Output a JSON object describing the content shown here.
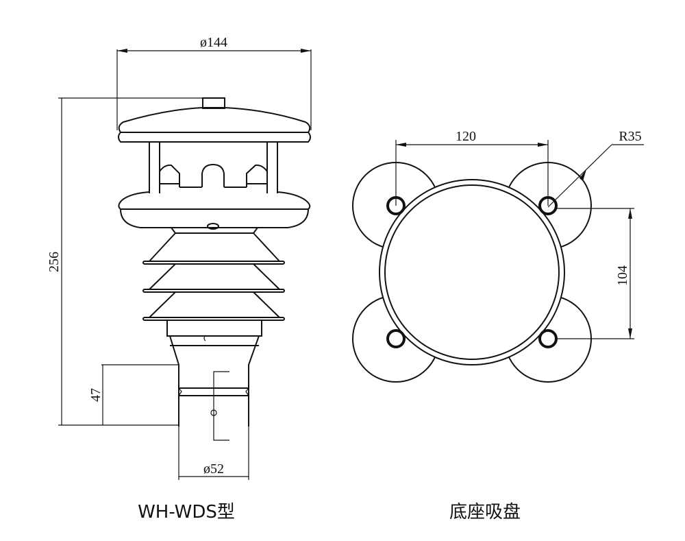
{
  "left_view": {
    "caption": "WH-WDS型",
    "dims": {
      "top_diameter": "ø144",
      "total_height": "256",
      "base_height": "47",
      "base_diameter": "ø52"
    }
  },
  "right_view": {
    "caption": "底座吸盘",
    "dims": {
      "horizontal_spacing": "120",
      "vertical_spacing": "104",
      "suction_radius": "R35"
    }
  }
}
